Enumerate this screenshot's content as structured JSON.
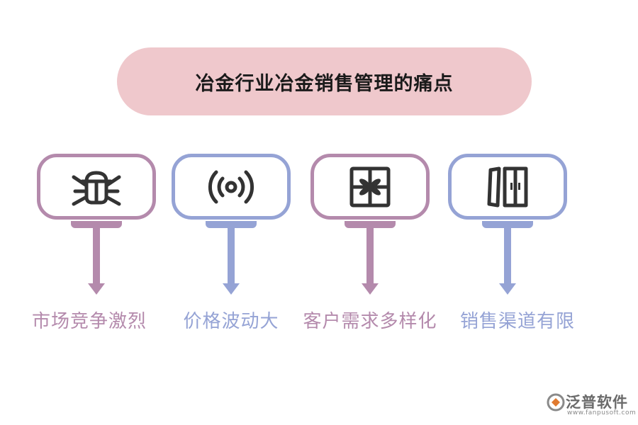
{
  "title": "冶金行业冶金销售管理的痛点",
  "colors": {
    "title_bg": "#efc8cc",
    "mauve": "#b48aac",
    "periwinkle": "#95a3d5",
    "icon": "#333333"
  },
  "items": [
    {
      "label": "市场竞争激烈",
      "icon": "bug-icon",
      "color": "#b48aac"
    },
    {
      "label": "价格波动大",
      "icon": "signal-waves-icon",
      "color": "#95a3d5"
    },
    {
      "label": "客户需求多样化",
      "icon": "gift-box-icon",
      "color": "#b48aac"
    },
    {
      "label": "销售渠道有限",
      "icon": "doors-icon",
      "color": "#95a3d5"
    }
  ],
  "logo": {
    "name": "泛普软件",
    "url": "www.fanpusoft.com"
  }
}
